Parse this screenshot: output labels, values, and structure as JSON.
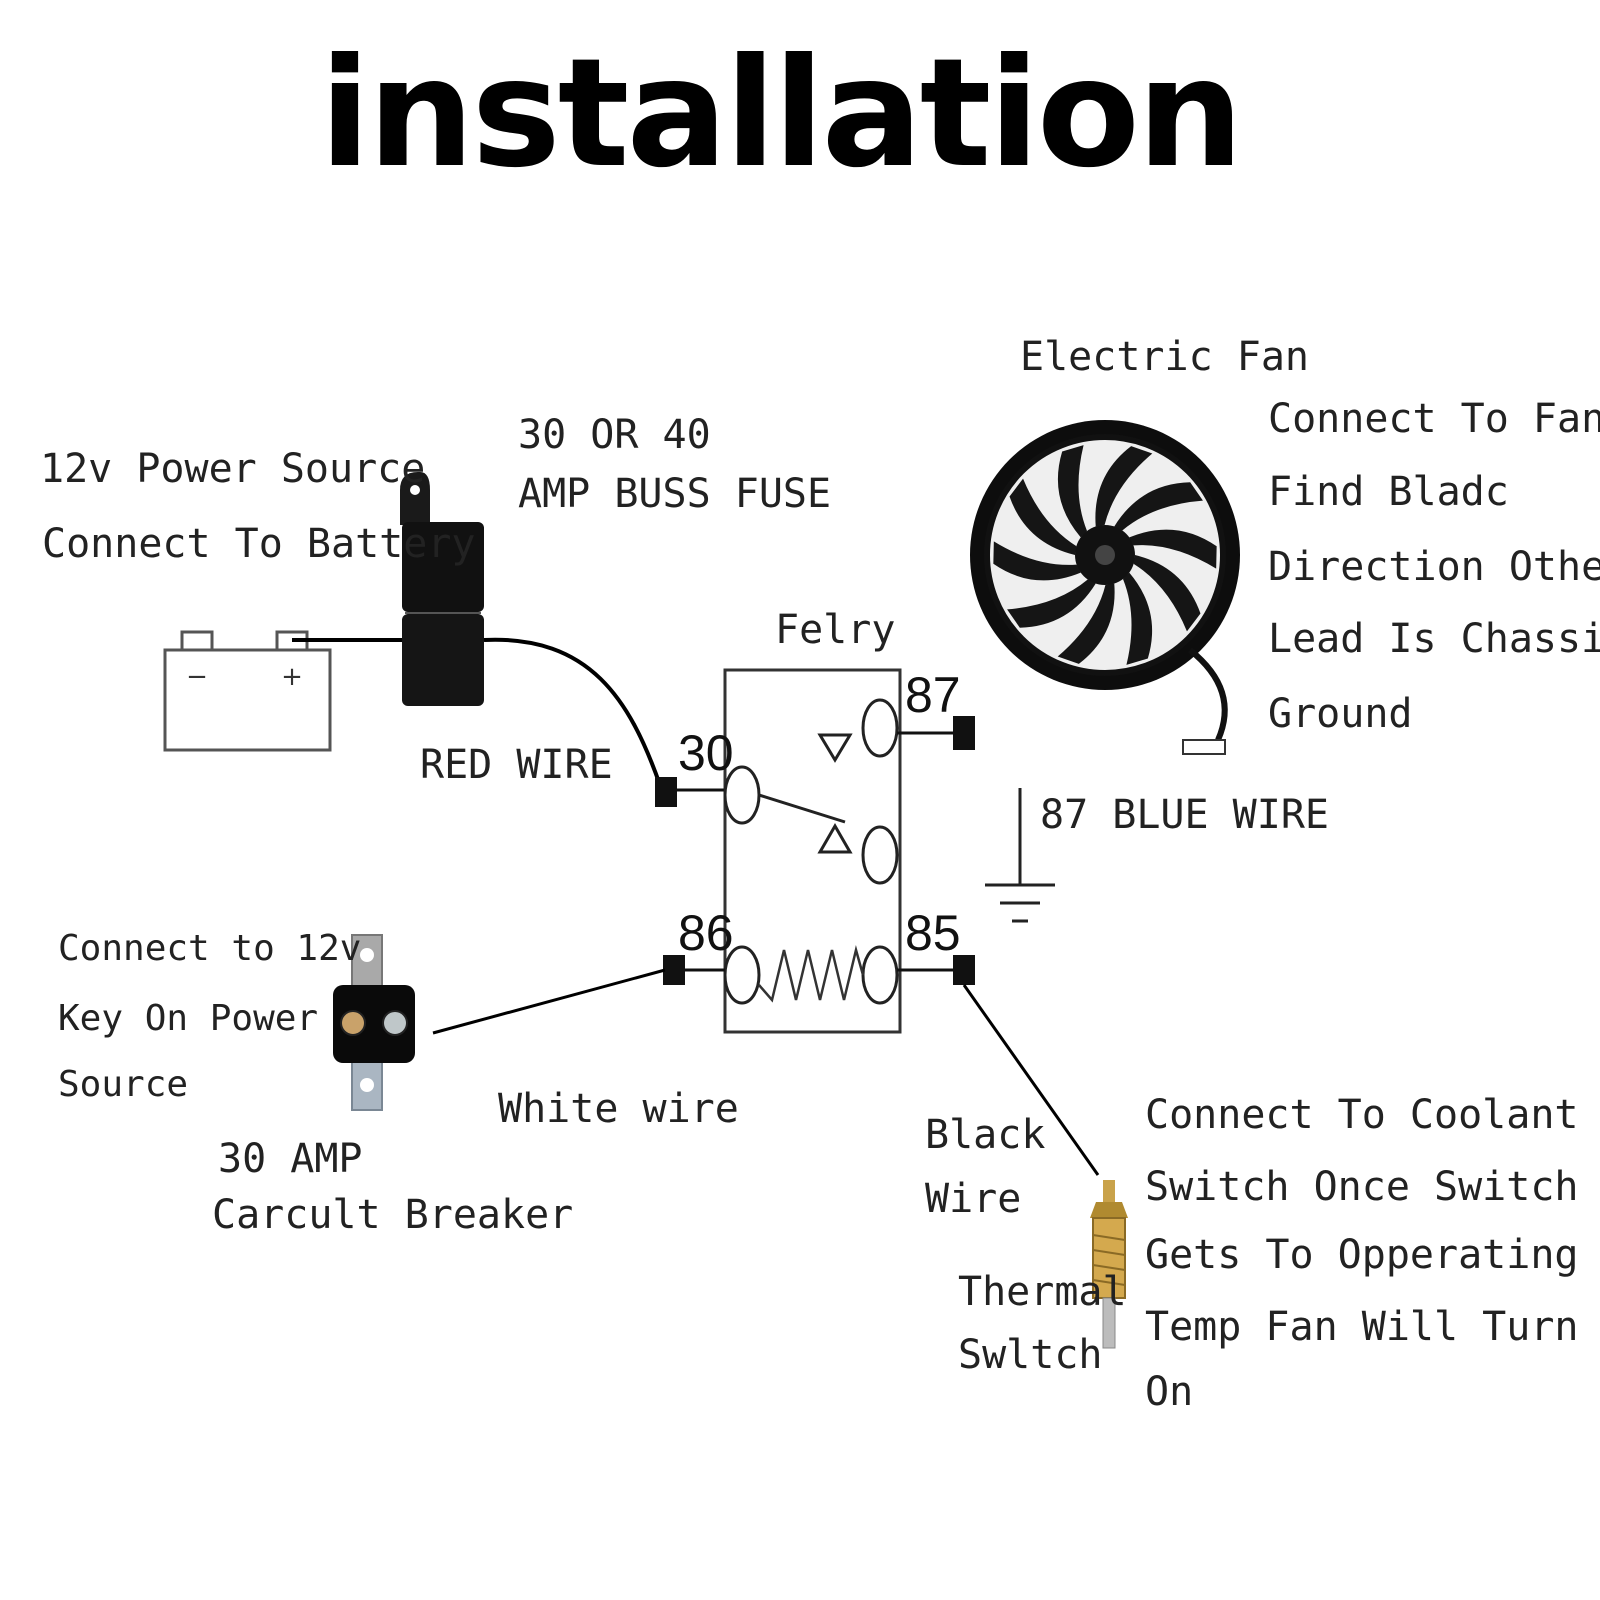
{
  "title": "installation",
  "power_source": {
    "line1": "12v Power Source",
    "line2": "Connect To Battery"
  },
  "battery": {
    "minus": "−",
    "plus": "+"
  },
  "fuse": {
    "line1": "30 OR 40",
    "line2": "AMP BUSS FUSE"
  },
  "red_wire": "RED WIRE",
  "relay": {
    "label": "Felry",
    "pin_30": "30",
    "pin_87": "87",
    "pin_86": "86",
    "pin_85": "85"
  },
  "fan": {
    "label": "Electric Fan",
    "note": [
      "Connect To Fan",
      "Find Bladc",
      "Direction Other",
      "Lead Is Chassis",
      "Ground"
    ]
  },
  "blue_wire": "87 BLUE WIRE",
  "key_power": [
    "Connect to 12v",
    "Key On Power",
    "Source"
  ],
  "breaker": {
    "line1": "30 AMP",
    "line2": "Carcult Breaker"
  },
  "white_wire": "White wire",
  "black_wire": [
    "Black",
    "Wire"
  ],
  "thermal_switch": [
    "Thermal",
    "Swltch"
  ],
  "coolant_note": [
    "Connect To Coolant",
    "Switch Once Switch",
    "Gets To Opperating",
    "Temp Fan Will Turn",
    "On"
  ]
}
